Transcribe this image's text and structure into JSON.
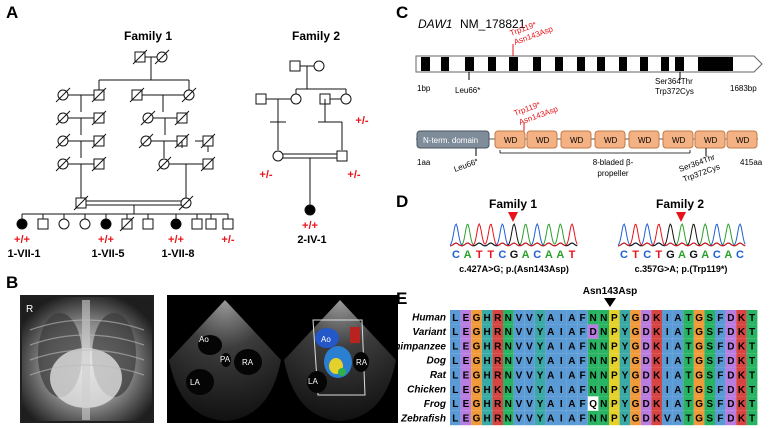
{
  "panelA": {
    "letter": "A",
    "family1": "Family 1",
    "family2": "Family 2",
    "genotypes_f1": [
      "+/+",
      "+/+",
      "+/+",
      "+/-"
    ],
    "ids_f1": [
      "1-VII-1",
      "1-VII-5",
      "1-VII-8"
    ],
    "genotypes_f2_parents": [
      "+/-",
      "+/-",
      "+/-"
    ],
    "genotype_f2_proband": "+/+",
    "id_f2": "2-IV-1"
  },
  "panelB": {
    "letter": "B",
    "xray_marker": "R",
    "echo_labels": [
      "Ao",
      "PA",
      "RA",
      "LA"
    ],
    "doppler_labels": [
      "Ao",
      "RA",
      "LA"
    ]
  },
  "panelC": {
    "letter": "C",
    "gene": "DAW1",
    "transcript": "NM_178821",
    "gene_start": "1bp",
    "gene_end": "1683bp",
    "prot_start": "1aa",
    "prot_end": "415aa",
    "nterm": "N-term. domain",
    "wd": "WD",
    "propeller_line1": "8-bladed β-",
    "propeller_line2": "propeller",
    "var_top": [
      "Trp119*",
      "Asn143Asp"
    ],
    "var_leu": "Leu66*",
    "var_bottom": [
      "Ser364Thr",
      "Trp372Cys"
    ]
  },
  "panelD": {
    "letter": "D",
    "family1": "Family 1",
    "family2": "Family 2",
    "seq1": [
      "C",
      "A",
      "T",
      "T",
      "C",
      "G",
      "A",
      "C",
      "A",
      "A",
      "T"
    ],
    "seq2": [
      "C",
      "T",
      "C",
      "T",
      "G",
      "A",
      "G",
      "A",
      "C",
      "A",
      "C"
    ],
    "caption1": "c.427A>G; p.(Asn143Asp)",
    "caption2": "c.357G>A; p.(Trp119*)"
  },
  "panelE": {
    "letter": "E",
    "title": "Asn143Asp",
    "species": [
      "Human",
      "Variant",
      "Chimpanzee",
      "Dog",
      "Rat",
      "Chicken",
      "Frog",
      "Zebrafish"
    ],
    "rows": [
      "LEGHRNVVYAIAFNNPYGDKIATGSFDKT",
      "LEGHRNVVYAIAFDNPYGDKIATGSFDKT",
      "LEGHRNVVYAIAFNNPYGDKIATGSFDKT",
      "LEGHRNVVYAIAFNNPYGDKIATGSFDKT",
      "LEGHRNVVYAIAFNNPYGDKIATGSFDKT",
      "LEGHKNVVYAIAFNNPYGDKIATGSFDKT",
      "LEGHRNVVYAIAFQNPYGDKIATGSFDKT",
      "LEGHRNVVYAIAFNNPYGDKVATGSFDKT"
    ]
  },
  "colors": {
    "affected": "#000000",
    "variant_red": "#e8141b",
    "exon": "#000000",
    "wd_fill": "#f4b183",
    "nterm_fill": "#7f8c9a"
  }
}
